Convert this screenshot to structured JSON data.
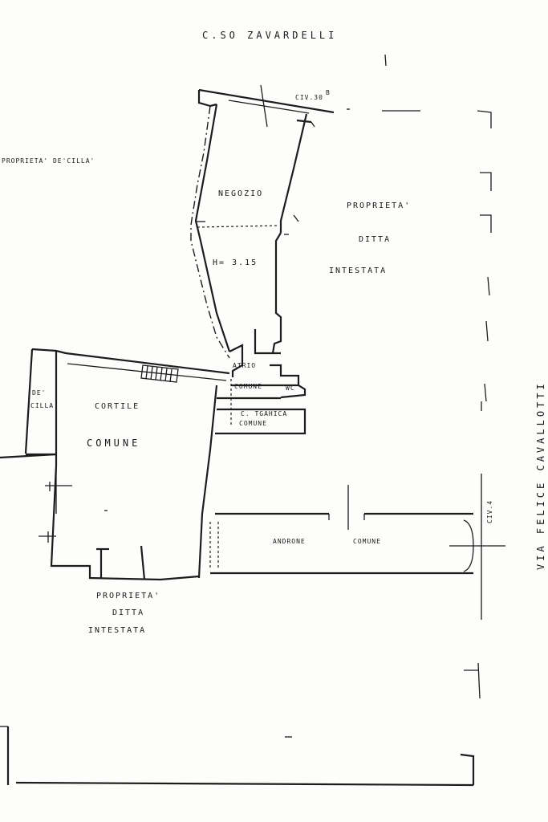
{
  "streets": {
    "north": "C.SO ZAVARDELLI",
    "east": "VIA FELICE CAVALLOTTI"
  },
  "civic_numbers": {
    "north": "CIV.30",
    "north_suffix": "B",
    "east": "CIV.4"
  },
  "rooms": {
    "negozio": "NEGOZIO",
    "height": "H= 3.15",
    "atrio": "ATRIO",
    "comune_wc": "COMUNE",
    "wc": "WC",
    "cisterna_line1": "C. TGAHICA",
    "cisterna_line2": "COMUNE",
    "cortile_line1": "CORTILE",
    "cortile_line2": "COMUNE",
    "androne": "ANDRONE",
    "androne_comune": "COMUNE",
    "de_cilla_line1": "DE'",
    "de_cilla_line2": "CILLA"
  },
  "properties": {
    "west": "PROPRIETA' DE'CILLA'",
    "intestata_line1": "PROPRIETA'",
    "intestata_line2": "DITTA",
    "intestata_line3": "INTESTATA",
    "south_line1": "PROPRIETA'",
    "south_line2": "DITTA",
    "south_line3": "INTESTATA"
  }
}
